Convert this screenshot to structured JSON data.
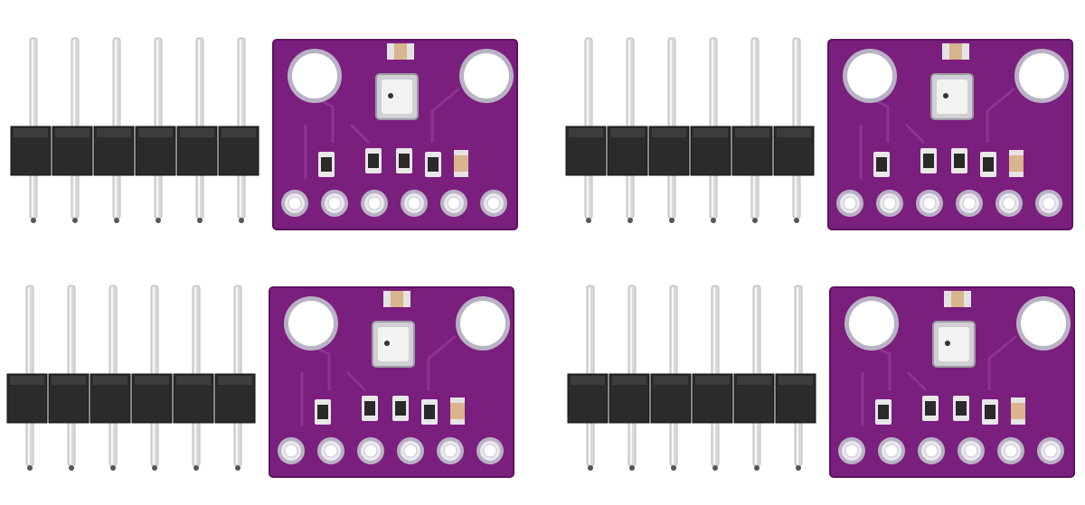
{
  "image": {
    "description_items": [
      "pin-header-strip",
      "sensor-breakout-board"
    ],
    "kits": [
      {
        "id": "kit-top-left"
      },
      {
        "id": "kit-top-right"
      },
      {
        "id": "kit-bottom-left"
      },
      {
        "id": "kit-bottom-right"
      }
    ]
  },
  "colors": {
    "background": "#ffffff",
    "pcb_purple": "#7a1f7d",
    "pcb_purple_dark": "#5b1260",
    "pcb_trace": "#8e3392",
    "pad_silver": "#e9e9ef",
    "pad_ring": "#b9b2c4",
    "header_plastic": "#2b2b2b",
    "header_plastic_light": "#4a4a4a",
    "pin_metal": "#d9d9d9",
    "sensor_body": "#cfcfd4",
    "sensor_cap": "#f2f2f2",
    "component_dark": "#2a2a2a",
    "component_tan": "#d9b48e"
  }
}
